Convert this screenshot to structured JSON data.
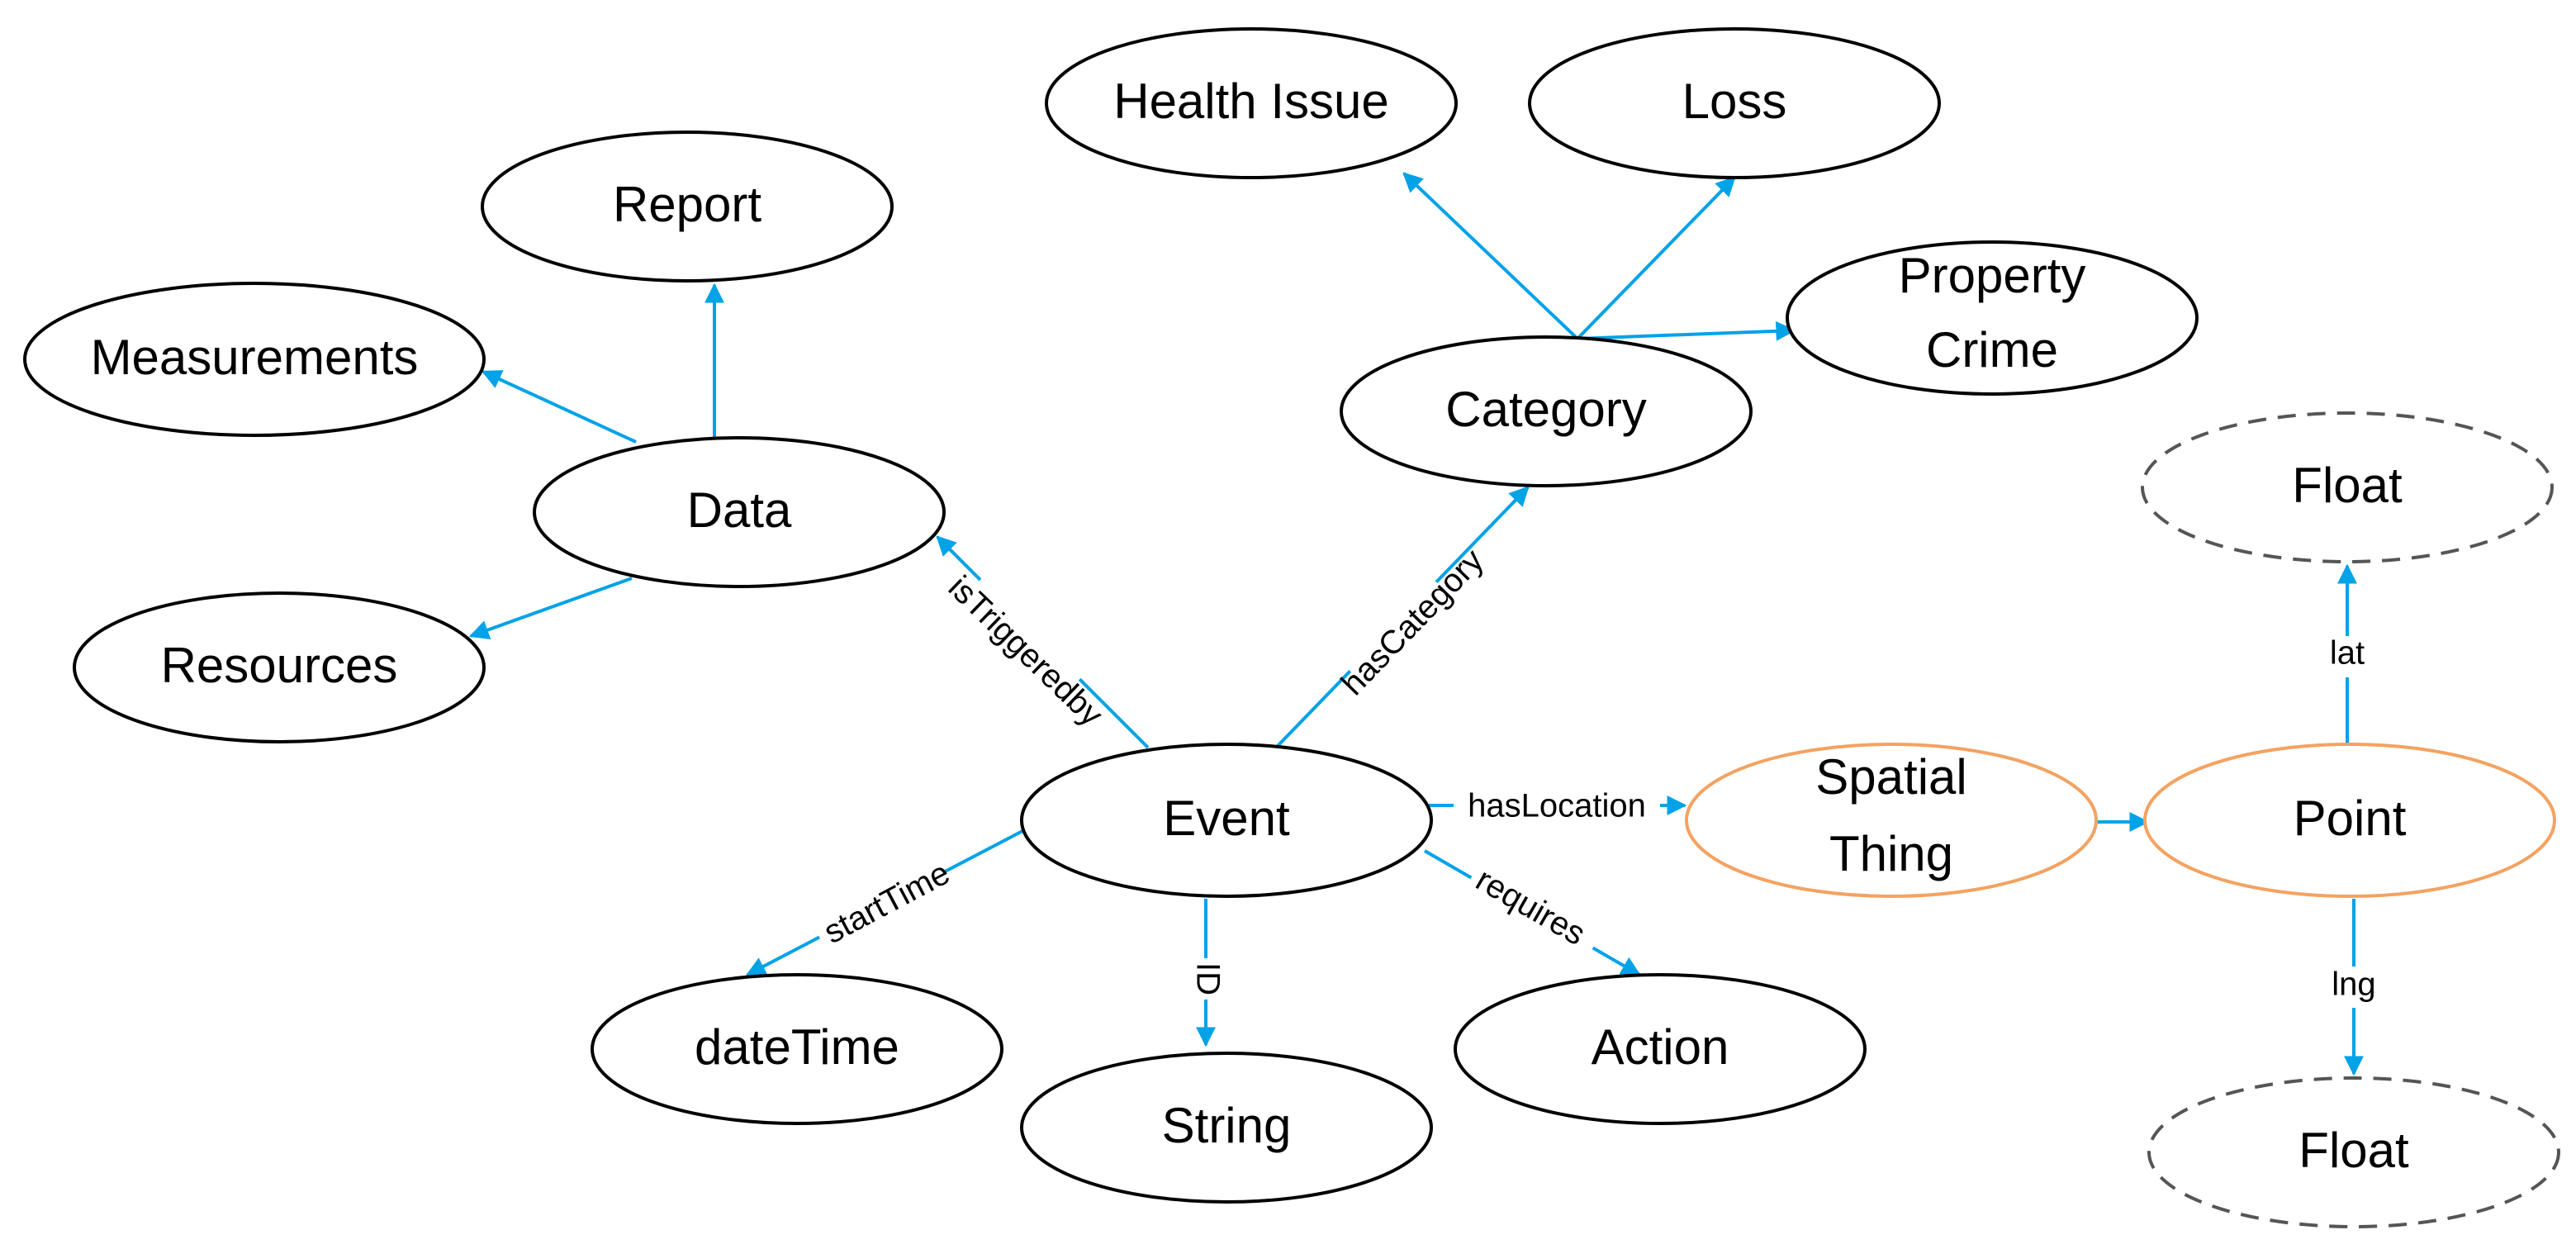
{
  "colors": {
    "edge": "#00A2E8",
    "node_default": "#000000",
    "node_spatial": "#F4A261",
    "node_literal": "#555555"
  },
  "nodes": {
    "health_issue": "Health Issue",
    "loss": "Loss",
    "report": "Report",
    "property_crime_line1": "Property",
    "property_crime_line2": "Crime",
    "measurements": "Measurements",
    "category": "Category",
    "data": "Data",
    "float_top": "Float",
    "resources": "Resources",
    "event": "Event",
    "spatial_thing_line1": "Spatial",
    "spatial_thing_line2": "Thing",
    "point": "Point",
    "datetime": "dateTime",
    "action": "Action",
    "string": "String",
    "float_bottom": "Float"
  },
  "edges": {
    "is_triggered_by": "isTriggeredby",
    "has_category": "hasCategory",
    "has_location": "hasLocation",
    "start_time": "startTime",
    "id": "ID",
    "requires": "requires",
    "lat": "lat",
    "lng": "lng"
  }
}
